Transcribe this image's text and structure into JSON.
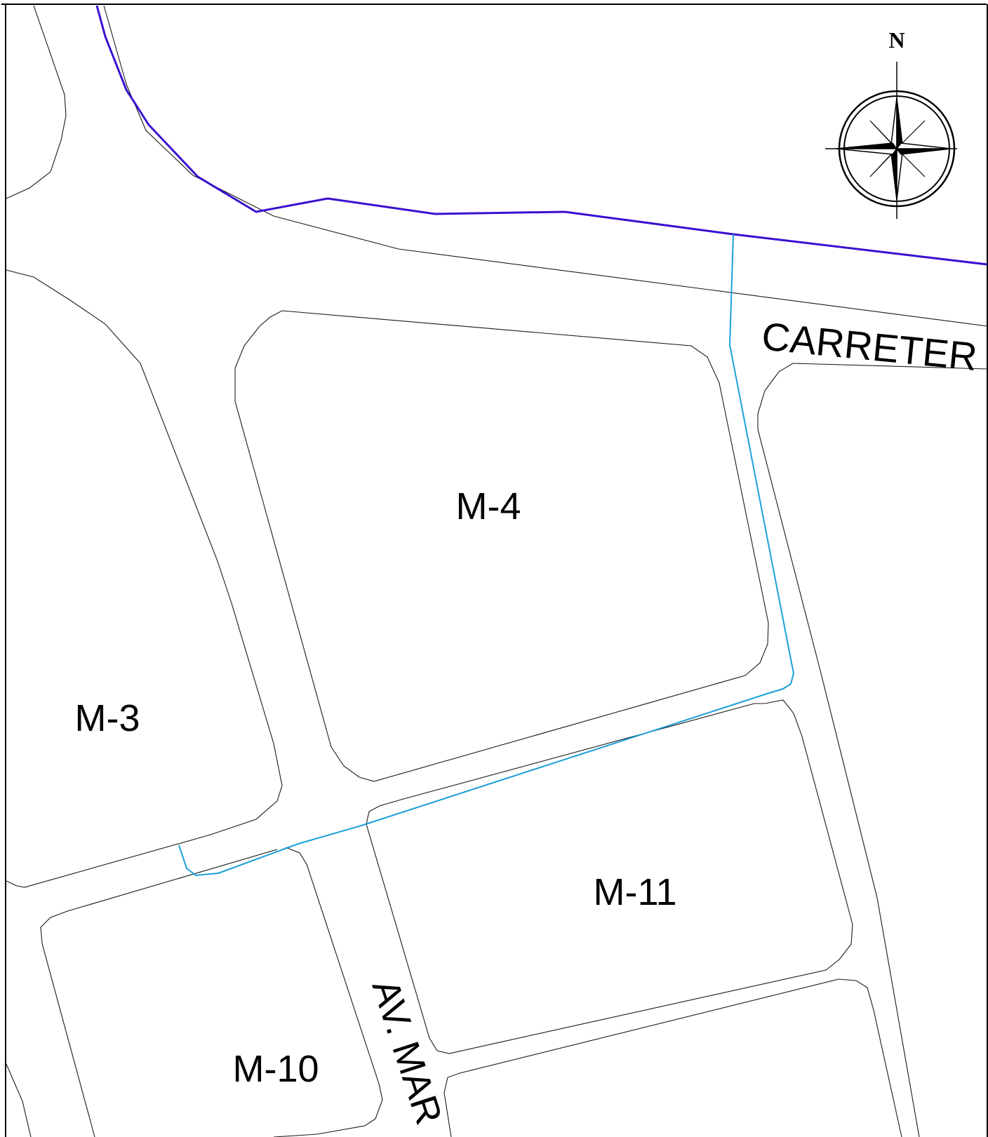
{
  "map": {
    "north_label": "N",
    "blocks": {
      "m3": "M-3",
      "m4": "M-4",
      "m10": "M-10",
      "m11": "M-11"
    },
    "streets": {
      "carretera": "CARRETER",
      "avenida": "AV. MAR"
    },
    "colors": {
      "main_route": "#3a10d0",
      "branch_route": "#1aa0d8",
      "block_outline": "#1a1a1a"
    }
  }
}
